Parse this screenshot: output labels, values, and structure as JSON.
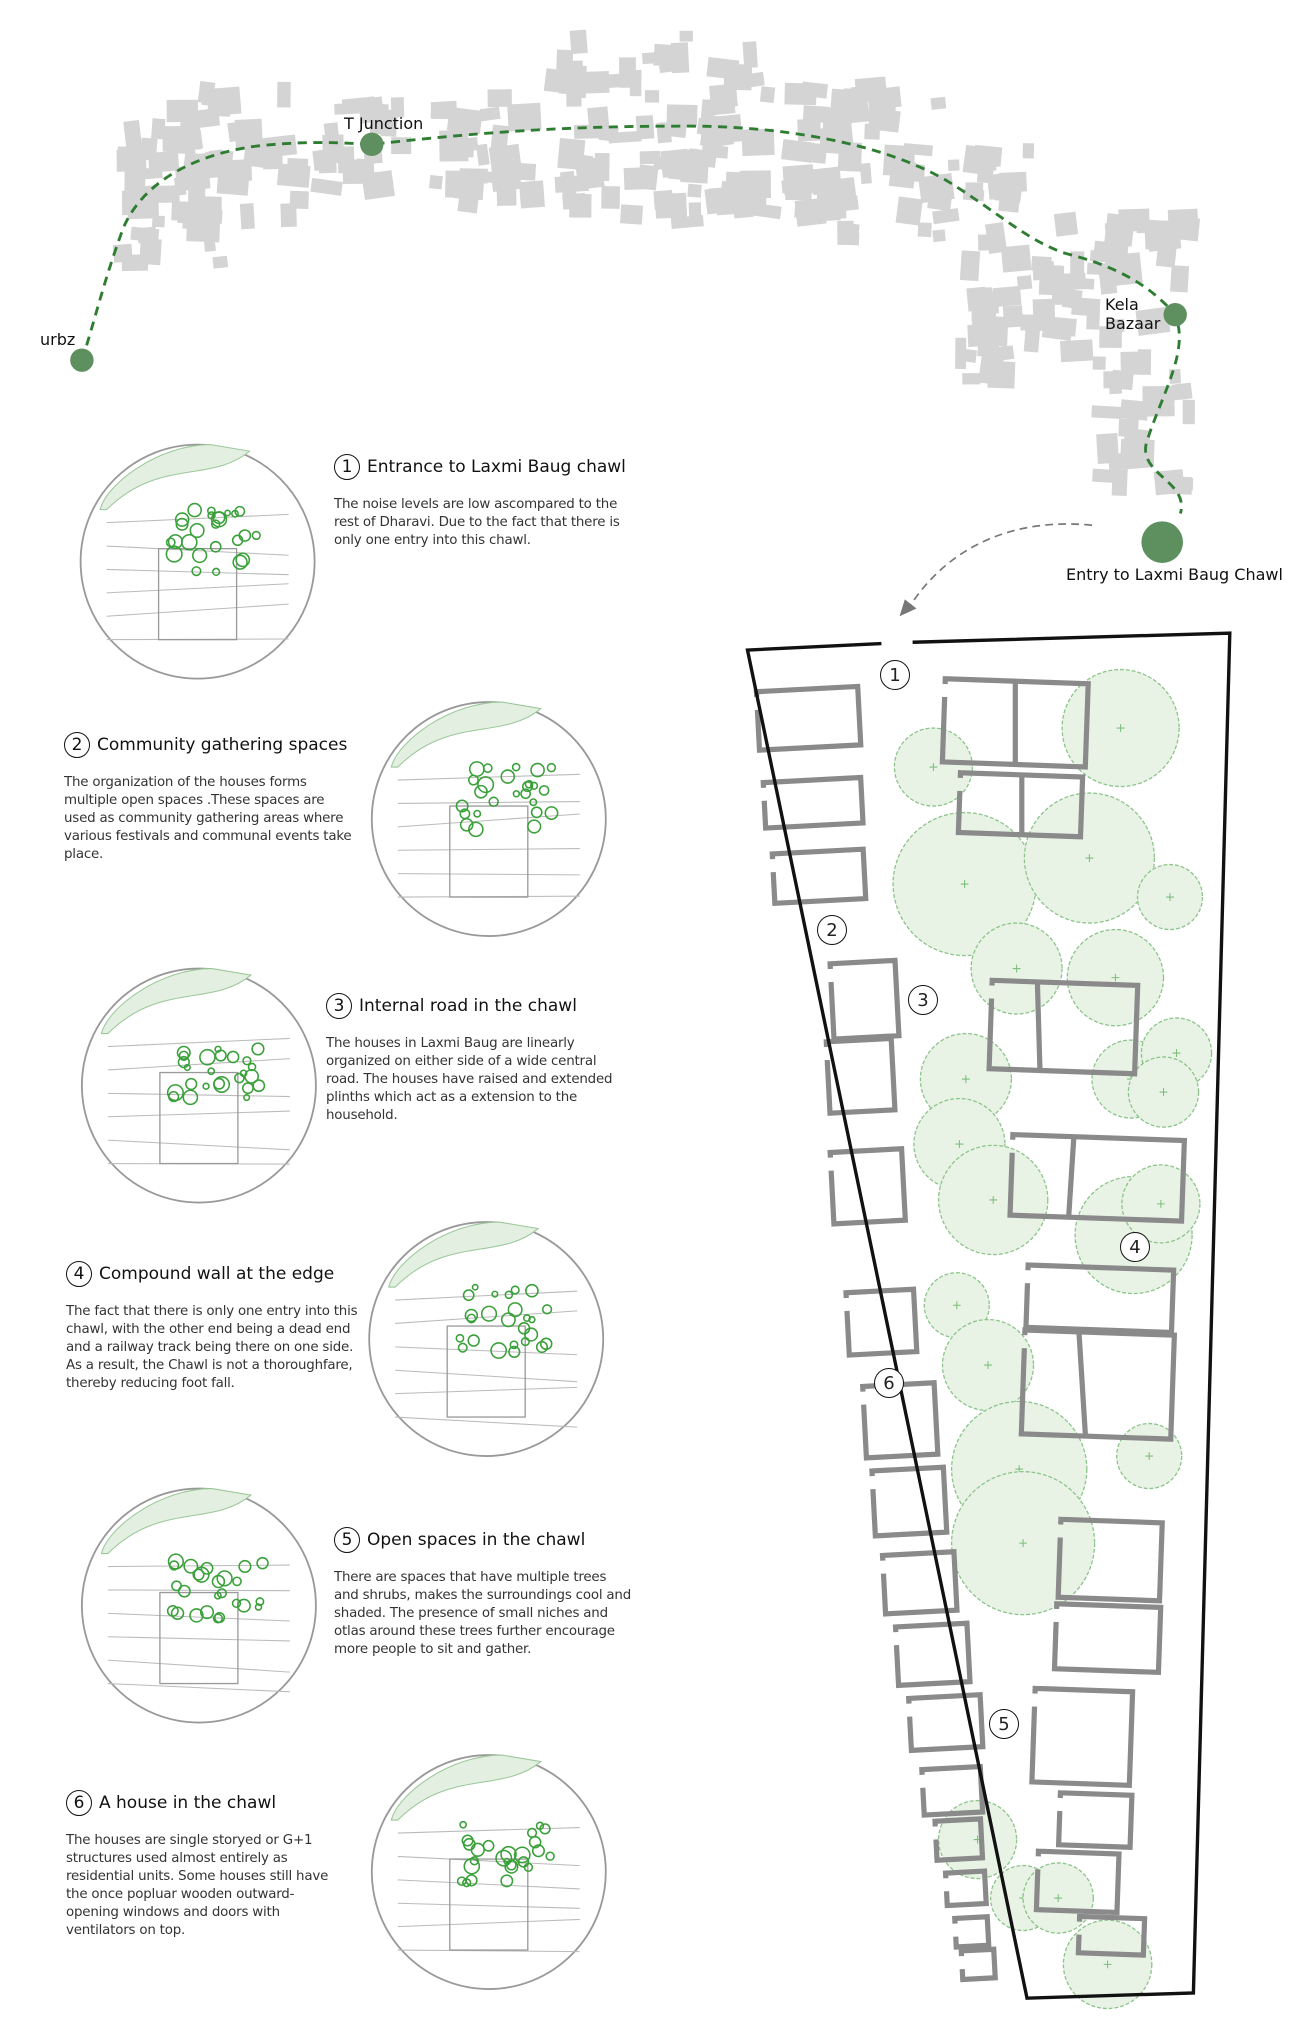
{
  "map": {
    "labels": {
      "start": "urbz",
      "junction": "T Junction",
      "bazaar_line1": "Kela",
      "bazaar_line2": "Bazaar",
      "entry": "Entry to Laxmi Baug Chawl"
    },
    "route_color": "#2e7d32",
    "node_color": "#5e8f5e",
    "building_color": "#d4d4d4"
  },
  "vignettes": [
    {
      "number": "1",
      "title": "Entrance to Laxmi Baug chawl",
      "text": "The noise levels are low ascompared to the rest of Dharavi. Due to the fact that there is only one entry into this chawl."
    },
    {
      "number": "2",
      "title": "Community gathering spaces",
      "text": "The organization of the houses forms multiple open spaces .These spaces are used as community gathering areas where various festivals and communal events take place."
    },
    {
      "number": "3",
      "title": "Internal road in the chawl",
      "text": "The houses in Laxmi Baug are linearly organized on either side of a wide central road. The houses have raised and extended plinths which act as a extension to the household."
    },
    {
      "number": "4",
      "title": "Compound wall at the edge",
      "text": "The fact that there is only one entry into this chawl, with the other end being a dead end and a railway track being there on one side. As a result, the Chawl is not a thoroughfare, thereby reducing foot fall."
    },
    {
      "number": "5",
      "title": "Open spaces in the chawl",
      "text": "There are spaces that have multiple trees and shrubs, makes the surroundings cool and shaded. The presence of small niches and otlas around these trees further encourage more people to sit and gather."
    },
    {
      "number": "6",
      "title": "A house in the chawl",
      "text": "The houses are single storyed or G+1 structures used almost entirely as residential units. Some houses still have the once popluar wooden outward-opening windows and doors with ventilators on top."
    }
  ],
  "plan": {
    "markers": [
      "1",
      "2",
      "3",
      "4",
      "5",
      "6"
    ],
    "tree_color": "#e8f3e6",
    "tree_stroke": "#8cc48a",
    "wall_color": "#8a8a8a"
  }
}
